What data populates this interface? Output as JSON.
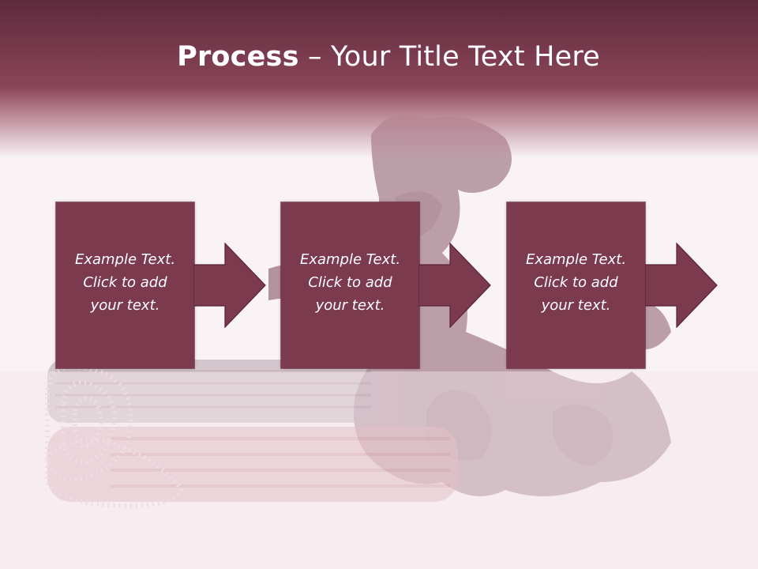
{
  "slide": {
    "title_bold": "Process",
    "title_rest": " – Your Title Text Here",
    "steps": [
      {
        "text": "Example Text.\nClick  to add\nyour text."
      },
      {
        "text": "Example Text.\nClick  to add\nyour text."
      },
      {
        "text": "Example Text.\nClick  to add\nyour text."
      }
    ]
  },
  "colors": {
    "title_band": "#7a3a4f",
    "box_fill": "#7b3a4e",
    "background": "#f9f3f6"
  },
  "icons": [
    "dragon-statue-image",
    "bamboo-mat-image",
    "right-arrow-icon"
  ]
}
